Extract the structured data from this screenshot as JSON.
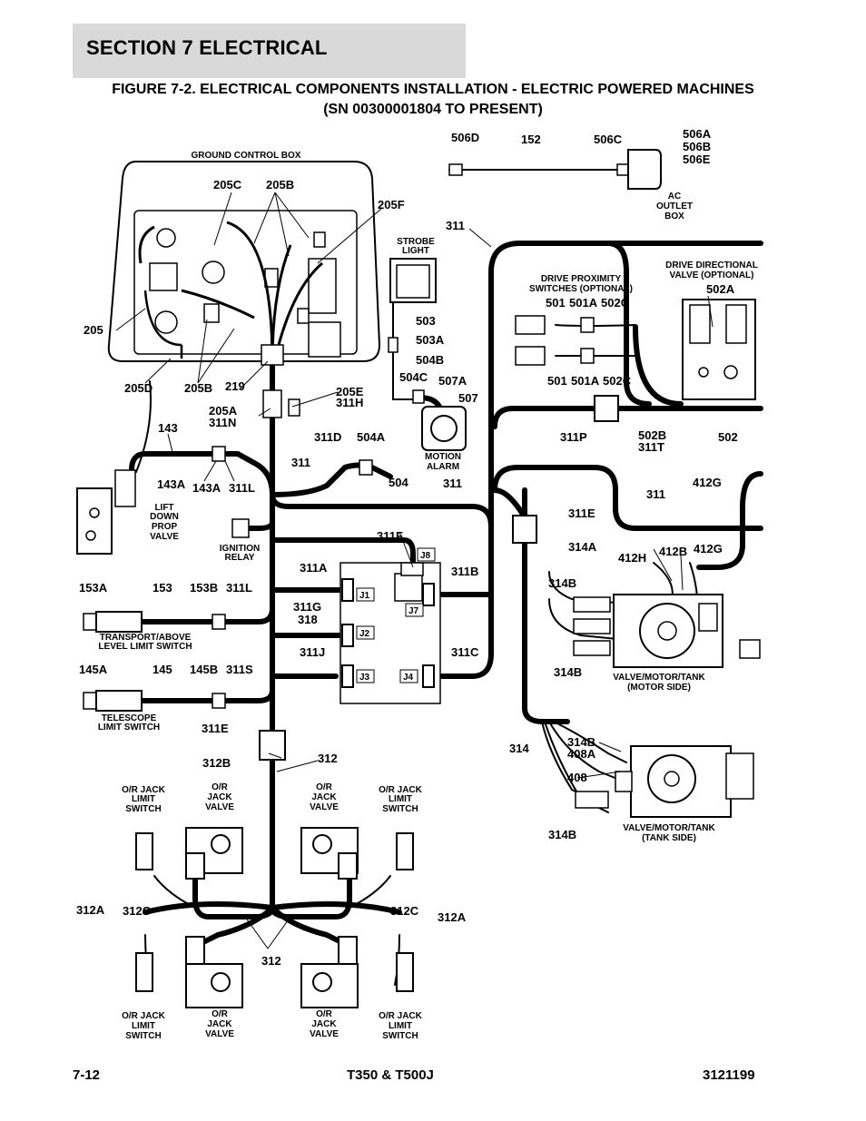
{
  "header": {
    "section": "SECTION 7   ELECTRICAL",
    "figure_title_1": "FIGURE 7-2. ELECTRICAL COMPONENTS INSTALLATION - ELECTRIC POWERED MACHINES",
    "figure_title_2": "(SN 00300001804 TO PRESENT)"
  },
  "footer": {
    "page": "7-12",
    "model": "T350 & T500J",
    "doc": "3121199"
  },
  "labels": {
    "l506d": "506D",
    "l152": "152",
    "l506c": "506C",
    "l506a": "506A",
    "l506b": "506B",
    "l506e": "506E",
    "l205c": "205C",
    "l205b_top": "205B",
    "l205f": "205F",
    "l205": "205",
    "l205d": "205D",
    "l205b_bot": "205B",
    "l219": "219",
    "l205a": "205A",
    "l311n": "311N",
    "l205e": "205E",
    "l311h": "311H",
    "l311_top": "311",
    "l503": "503",
    "l503a": "503A",
    "l504b": "504B",
    "l504c": "504C",
    "l507a": "507A",
    "l507": "507",
    "l501": "501",
    "l501a": "501A",
    "l502c": "502C",
    "l502a": "502A",
    "l501_2": "501",
    "l501a_2": "501A",
    "l502c_2": "502C",
    "l311p": "311P",
    "l502b": "502B",
    "l311t": "311T",
    "l502": "502",
    "l143": "143",
    "l311d": "311D",
    "l504a": "504A",
    "l311_mid": "311",
    "l504": "504",
    "l311_mid2": "311",
    "l143a": "143A",
    "l143a_2": "143A",
    "l311l": "311L",
    "l311_right": "311",
    "l412g": "412G",
    "l311e_r": "311E",
    "l311f": "311F",
    "l314a": "314A",
    "l412h": "412H",
    "l412b": "412B",
    "l412g_2": "412G",
    "l311a": "311A",
    "l311b": "311B",
    "l153a": "153A",
    "l153": "153",
    "l153b": "153B",
    "l311l_2": "311L",
    "l314b_1": "314B",
    "l311g": "311G",
    "l318": "318",
    "l311j": "311J",
    "l311c": "311C",
    "l145a": "145A",
    "l145": "145",
    "l145b": "145B",
    "l311s": "311S",
    "l314b_2": "314B",
    "l311e": "311E",
    "l312b": "312B",
    "l312": "312",
    "l314": "314",
    "l314b_3": "314B",
    "l408a": "408A",
    "l408": "408",
    "l314b_4": "314B",
    "l312a_l": "312A",
    "l312c_l": "312C",
    "l312c_r": "312C",
    "l312a_r": "312A",
    "l312_bot": "312",
    "j1": "J1",
    "j2": "J2",
    "j3": "J3",
    "j4": "J4",
    "j7": "J7",
    "j8": "J8"
  },
  "small_labels": {
    "ground_control_box": "GROUND CONTROL BOX",
    "ac_outlet_box": [
      "AC",
      "OUTLET",
      "BOX"
    ],
    "strobe_light": [
      "STROBE",
      "LIGHT"
    ],
    "drive_prox": [
      "DRIVE PROXIMITY",
      "SWITCHES (OPTIONAL)"
    ],
    "drive_dir": [
      "DRIVE DIRECTIONAL",
      "VALVE (OPTIONAL)"
    ],
    "motion_alarm": [
      "MOTION",
      "ALARM"
    ],
    "lift_down": [
      "LIFT",
      "DOWN",
      "PROP",
      "VALVE"
    ],
    "ignition_relay": [
      "IGNITION",
      "RELAY"
    ],
    "transport_switch": [
      "TRANSPORT/ABOVE",
      "LEVEL LIMIT SWITCH"
    ],
    "telescope_switch": [
      "TELESCOPE",
      "LIMIT SWITCH"
    ],
    "vmt_motor": [
      "VALVE/MOTOR/TANK",
      "(MOTOR SIDE)"
    ],
    "vmt_tank": [
      "VALVE/MOTOR/TANK",
      "(TANK SIDE)"
    ],
    "or_jack_limit_tl": [
      "O/R JACK",
      "LIMIT",
      "SWITCH"
    ],
    "or_jack_valve_tl": [
      "O/R",
      "JACK",
      "VALVE"
    ],
    "or_jack_valve_tr": [
      "O/R",
      "JACK",
      "VALVE"
    ],
    "or_jack_limit_tr": [
      "O/R JACK",
      "LIMIT",
      "SWITCH"
    ],
    "or_jack_limit_bl": [
      "O/R JACK",
      "LIMIT",
      "SWITCH"
    ],
    "or_jack_valve_bl": [
      "O/R",
      "JACK",
      "VALVE"
    ],
    "or_jack_valve_br": [
      "O/R",
      "JACK",
      "VALVE"
    ],
    "or_jack_limit_br": [
      "O/R JACK",
      "LIMIT",
      "SWITCH"
    ]
  }
}
